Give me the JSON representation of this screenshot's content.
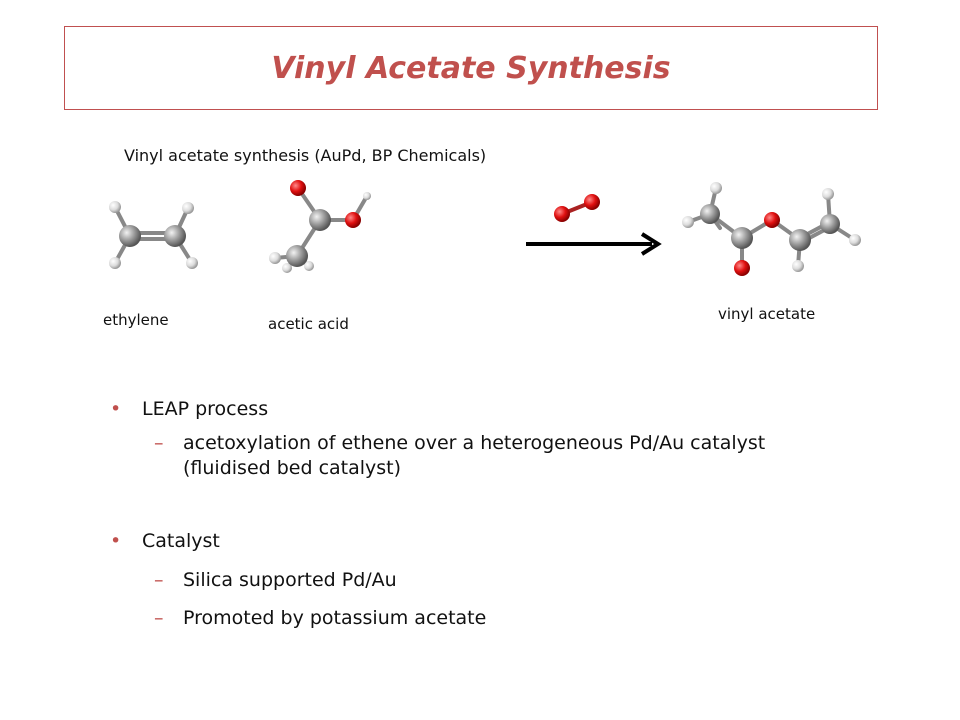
{
  "slide": {
    "title": "Vinyl Acetate Synthesis",
    "subtitle": "Vinyl acetate synthesis (AuPd, BP Chemicals)"
  },
  "molecules": {
    "ethylene_label": "ethylene",
    "acetic_acid_label": "acetic acid",
    "vinyl_acetate_label": "vinyl acetate"
  },
  "bullets": [
    {
      "text": "LEAP process",
      "subs": [
        " acetoxylation of ethene over a heterogeneous Pd/Au catalyst  (fluidised bed catalyst)"
      ]
    },
    {
      "text": "Catalyst",
      "subs": [
        "Silica supported Pd/Au",
        "Promoted by potassium acetate"
      ]
    }
  ],
  "colors": {
    "accent": "#c0504d",
    "carbon": "#8a8a8a",
    "oxygen": "#dd1111",
    "hydrogen": "#e0e0e0"
  }
}
